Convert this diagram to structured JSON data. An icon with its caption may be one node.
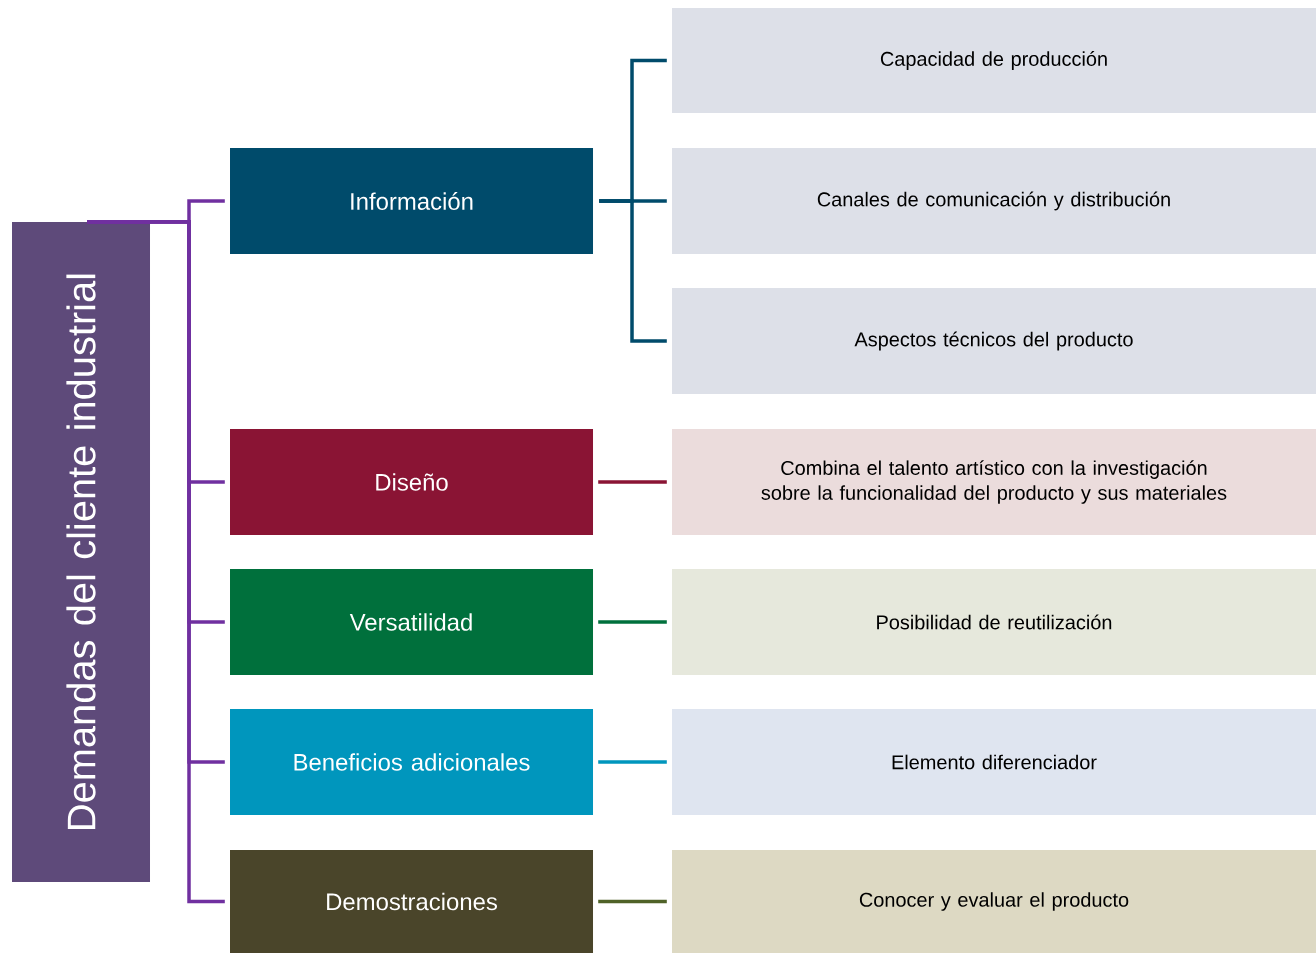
{
  "diagram": {
    "nodes": [
      {
        "text": [
          "Demandas del cliente industrial"
        ]
      },
      {
        "text": [
          "Información"
        ]
      },
      {
        "text": [
          "Capacidad de producción"
        ]
      },
      {
        "text": [
          "Canales de comunicación y distribución"
        ]
      },
      {
        "text": [
          "Aspectos técnicos del producto"
        ]
      },
      {
        "text": [
          "Diseño"
        ]
      },
      {
        "text": [
          "Combina el talento artístico con la investigación sobre la funcionalidad del producto y sus materiales"
        ]
      },
      {
        "text": [
          "Versatilidad"
        ]
      },
      {
        "text": [
          "Posibilidad de reutilización"
        ]
      },
      {
        "text": [
          "Beneficios adicionales"
        ]
      },
      {
        "text": [
          "Elemento diferenciador"
        ]
      },
      {
        "text": [
          "Demostraciones"
        ]
      },
      {
        "text": [
          "Conocer y evaluar el producto"
        ]
      }
    ],
    "edges": [
      {
        "from": 0,
        "to": 1,
        "arrow": "none",
        "color": "#7030a0"
      },
      {
        "from": 0,
        "to": 5,
        "arrow": "none",
        "color": "#7030a0"
      },
      {
        "from": 0,
        "to": 7,
        "arrow": "none",
        "color": "#7030a0"
      },
      {
        "from": 0,
        "to": 9,
        "arrow": "none",
        "color": "#7030a0"
      },
      {
        "from": 0,
        "to": 11,
        "arrow": "none",
        "color": "#7030a0"
      },
      {
        "from": 1,
        "to": 2,
        "arrow": "none",
        "color": "#004b6b"
      },
      {
        "from": 1,
        "to": 3,
        "arrow": "none",
        "color": "#004b6b"
      },
      {
        "from": 1,
        "to": 4,
        "arrow": "none",
        "color": "#004b6b"
      },
      {
        "from": 5,
        "to": 6,
        "arrow": "none",
        "color": "#8a1434"
      },
      {
        "from": 7,
        "to": 8,
        "arrow": "none",
        "color": "#00703c"
      },
      {
        "from": 9,
        "to": 10,
        "arrow": "none",
        "color": "#0096bd"
      },
      {
        "from": 11,
        "to": 12,
        "arrow": "none",
        "color": "#4f6228"
      }
    ]
  }
}
